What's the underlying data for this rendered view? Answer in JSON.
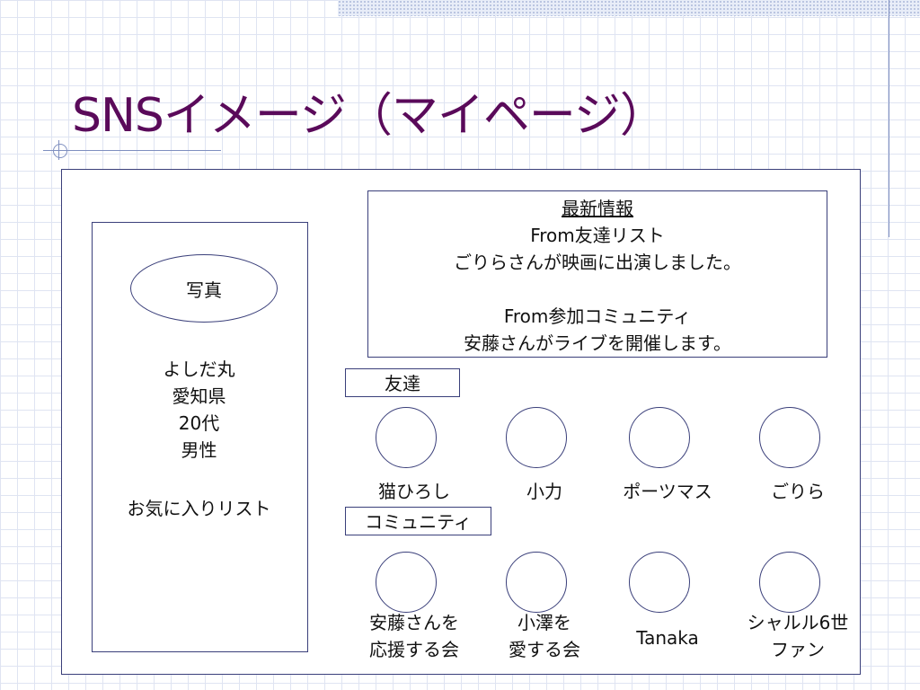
{
  "slide": {
    "title": "SNSイメージ（マイページ）"
  },
  "profile": {
    "photo_label": "写真",
    "name": "よしだ丸",
    "prefecture": "愛知県",
    "age": "20代",
    "gender": "男性",
    "favorites_label": "お気に入りリスト"
  },
  "news": {
    "heading": "最新情報",
    "items": [
      {
        "source": "From友達リスト",
        "message": "ごりらさんが映画に出演しました。"
      },
      {
        "source": "From参加コミュニティ",
        "message": "安藤さんがライブを開催します。"
      }
    ]
  },
  "friends": {
    "label": "友達",
    "items": [
      "猫ひろし",
      "小力",
      "ポーツマス",
      "ごりら"
    ]
  },
  "communities": {
    "label": "コミュニティ",
    "items": [
      [
        "安藤さんを",
        "応援する会"
      ],
      [
        "小澤を",
        "愛する会"
      ],
      [
        "Tanaka"
      ],
      [
        "シャルル6世",
        "ファン"
      ]
    ]
  }
}
